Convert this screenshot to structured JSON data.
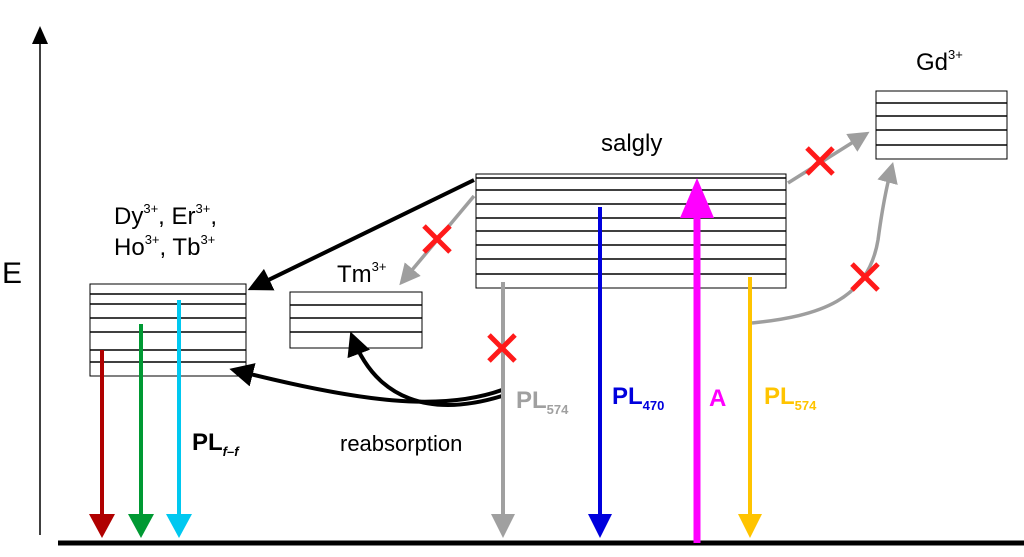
{
  "axis": {
    "label": "E"
  },
  "labels": {
    "lanthanides": {
      "line1": [
        "Dy",
        "3+",
        ", Er",
        "3+",
        ","
      ],
      "line2": [
        "Ho",
        "3+",
        ", Tb",
        "3+"
      ]
    },
    "tm": {
      "base": "Tm",
      "sup": "3+"
    },
    "gd": {
      "base": "Gd",
      "sup": "3+"
    },
    "ligand": "salgly",
    "reabsorption": "reabsorption"
  },
  "transitions": {
    "pl574_left": {
      "base": "PL",
      "sub": "574",
      "color": "#a0a0a0"
    },
    "pl470": {
      "base": "PL",
      "sub": "470",
      "color": "#0000dd"
    },
    "absorption": {
      "base": "A",
      "color": "#ff00ff"
    },
    "pl574_right": {
      "base": "PL",
      "sub": "574",
      "color": "#ffc400"
    },
    "plff": {
      "base": "PL",
      "sub": "f–f"
    }
  },
  "colors": {
    "emission_red": "#b00000",
    "emission_green": "#009933",
    "emission_cyan": "#00c8f0",
    "forbidden_cross": "#ff1a1a",
    "energy_transfer": "#000000",
    "blocked_transfer": "#9e9e9e"
  }
}
